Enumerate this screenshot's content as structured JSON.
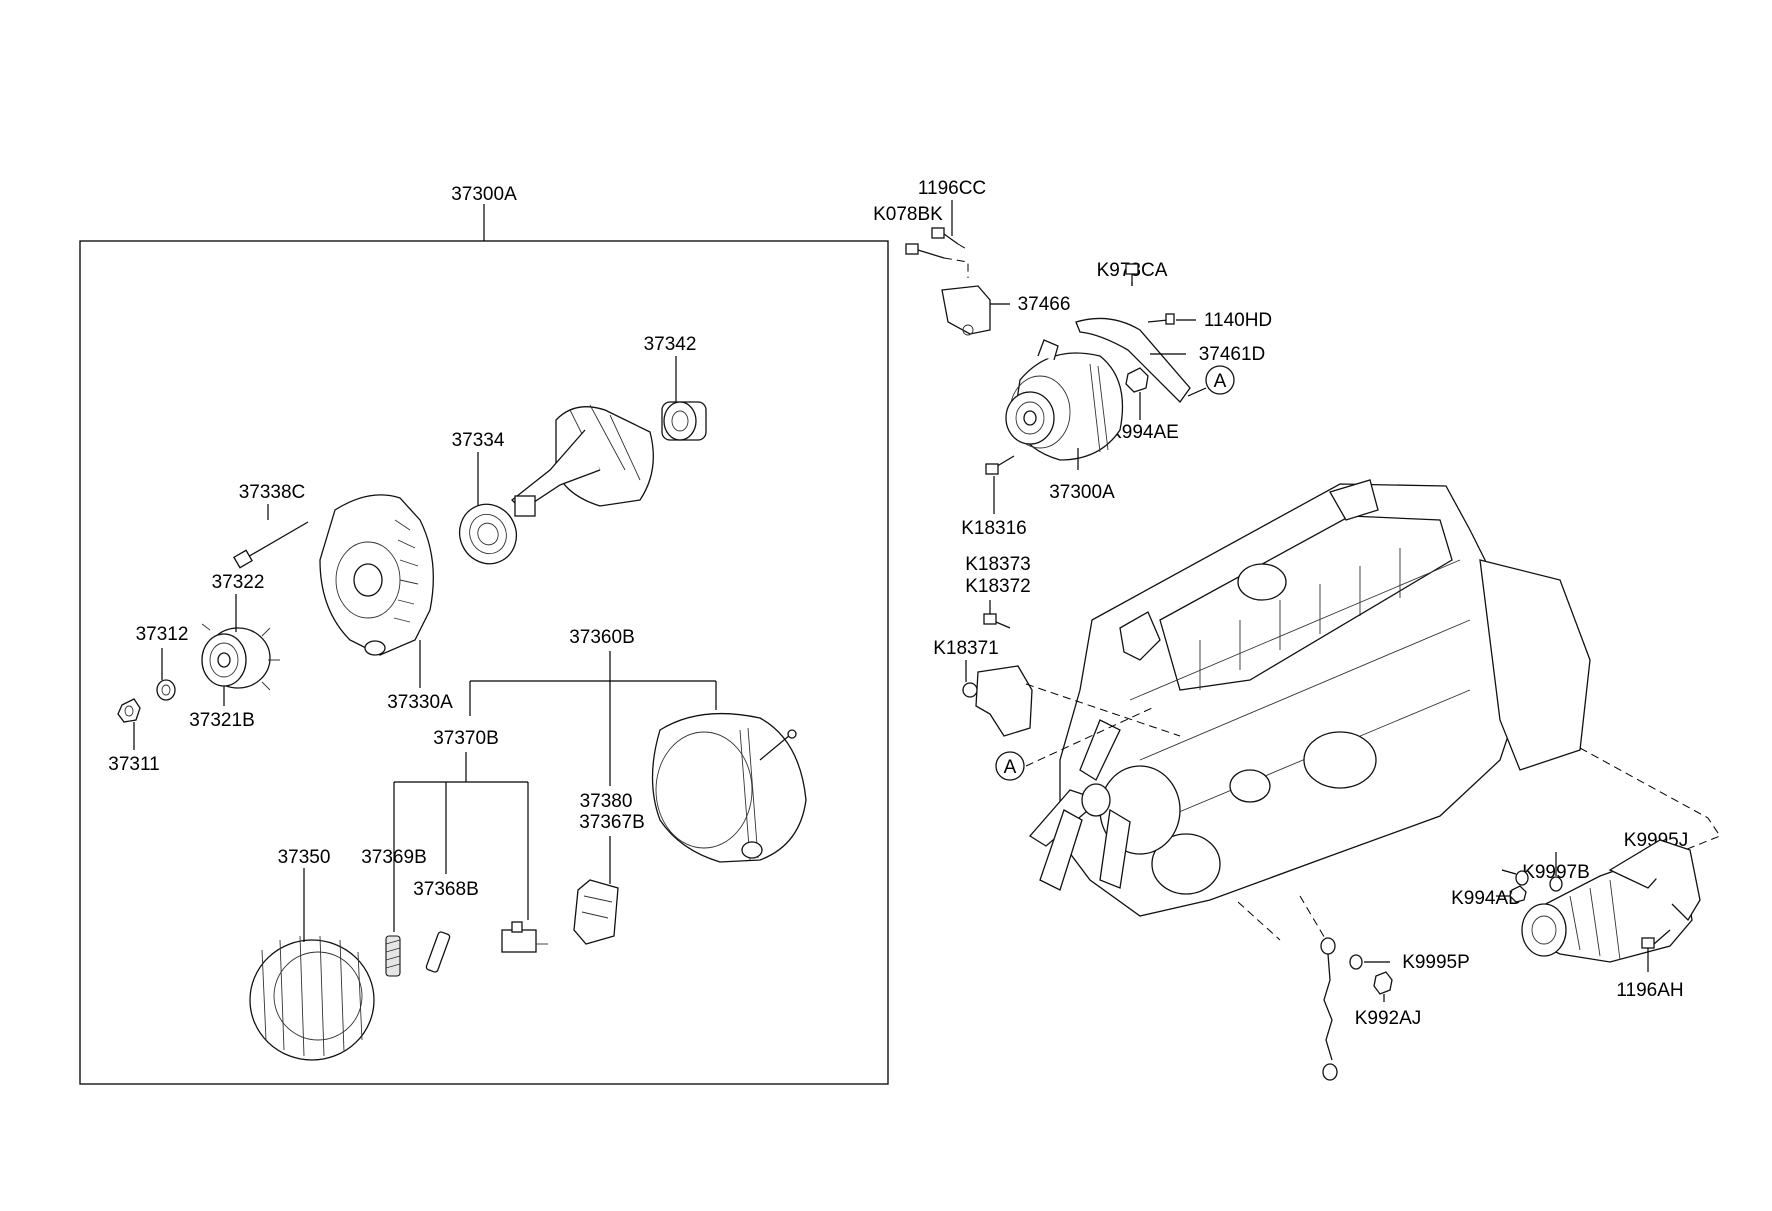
{
  "diagram": {
    "group_label": "37300A",
    "parts": {
      "p37342": "37342",
      "p37334": "37334",
      "p37338C": "37338C",
      "p37322": "37322",
      "p37312": "37312",
      "p37321B": "37321B",
      "p37311": "37311",
      "p37330A": "37330A",
      "p37360B": "37360B",
      "p37370B": "37370B",
      "p37380": "37380",
      "p37367B": "37367B",
      "p37350": "37350",
      "p37369B": "37369B",
      "p37368B": "37368B",
      "p1196CC": "1196CC",
      "pK078BK": "K078BK",
      "pK978CA": "K978CA",
      "p37466": "37466",
      "p1140HD": "1140HD",
      "p37461D": "37461D",
      "pK994AE": "K994AE",
      "p37300A_engine": "37300A",
      "pK18316": "K18316",
      "pK18373": "K18373",
      "pK18372": "K18372",
      "pK18371": "K18371",
      "pK9995J": "K9995J",
      "pK9997B": "K9997B",
      "pK994AB": "K994AB",
      "pK9995P": "K9995P",
      "pK992AJ": "K992AJ",
      "p1196AH": "1196AH"
    },
    "ref_markers": {
      "a1": "A",
      "a2": "A"
    }
  }
}
